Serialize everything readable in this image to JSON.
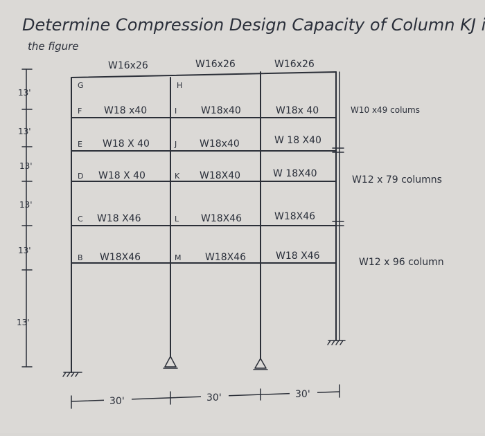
{
  "title": "Determine Compression Design Capacity of Column KJ in",
  "subtitle": "the figure",
  "roof_beams": [
    "W16x26",
    "W16x26",
    "W16x26"
  ],
  "floor_beams": [
    [
      "W18 x40",
      "W18x40",
      "W18x 40"
    ],
    [
      "W18 X 40",
      "W18x40",
      "W 18 X40"
    ],
    [
      "W18 X 40",
      "W18X40",
      "W 18X40"
    ],
    [
      "W18 X46",
      "W18X46",
      "W18X46"
    ],
    [
      "W18X46",
      "W18X46",
      "W18 X46"
    ]
  ],
  "grid_labels": [
    "G",
    "H",
    "F",
    "I",
    "E",
    "J",
    "D",
    "K",
    "C",
    "L",
    "B",
    "M"
  ],
  "column_notes": [
    "W10 x49 colums",
    "W12 x 79 columns",
    "W12 x 96 column"
  ],
  "story_heights": [
    "13'",
    "13'",
    "13'",
    "13'",
    "13'",
    "13'"
  ],
  "bay_widths": [
    "30'",
    "30'",
    "30'"
  ]
}
